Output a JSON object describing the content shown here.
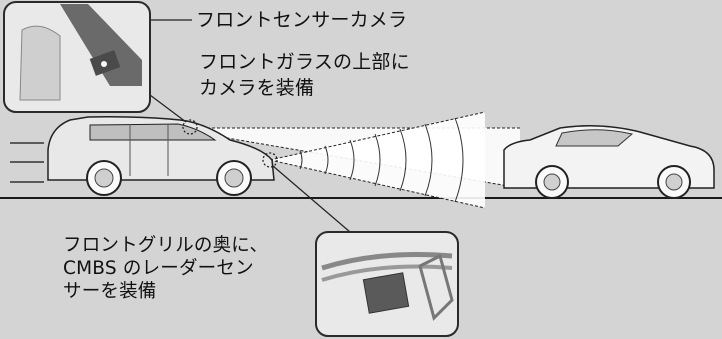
{
  "labels": {
    "front_camera": "フロントセンサーカメラ",
    "camera_mount": "フロントガラスの上部に\nカメラを装備",
    "cmbs_sensor": "フロントグリルの奥に、\nCMBS のレーダーセン\nサーを装備"
  },
  "colors": {
    "background": "#d4d4d4",
    "ground_line": "#1a1a1a",
    "detection_fill": "#ffffff",
    "inset_frame": "#2a2a2a"
  }
}
